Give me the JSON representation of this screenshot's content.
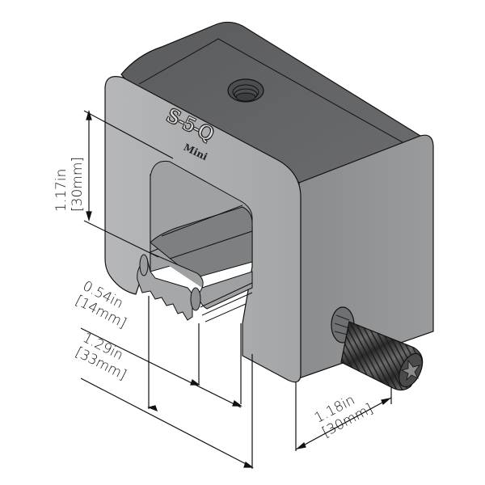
{
  "diagram": {
    "product": {
      "name": "S-5-Q",
      "subname": "Mini"
    },
    "dimensions": {
      "height": {
        "imperial": "1.17in",
        "metric": "[30mm]"
      },
      "jaw_opening": {
        "imperial": "0.54in",
        "metric": "[14mm]"
      },
      "overall_width": {
        "imperial": "1.29in",
        "metric": "[33mm]"
      },
      "depth": {
        "imperial": "1.18in",
        "metric": "[30mm]"
      }
    },
    "parts": {
      "body": "clamp-body",
      "top_hole": "threaded-top-hole",
      "set_screw": "torx-set-screw"
    },
    "colors": {
      "front_face": "#a9aaac",
      "top_face": "#5d5e60",
      "side_face": "#8e8f91",
      "screw": "#3a3a3a",
      "line": "#111111",
      "background": "#ffffff"
    }
  }
}
